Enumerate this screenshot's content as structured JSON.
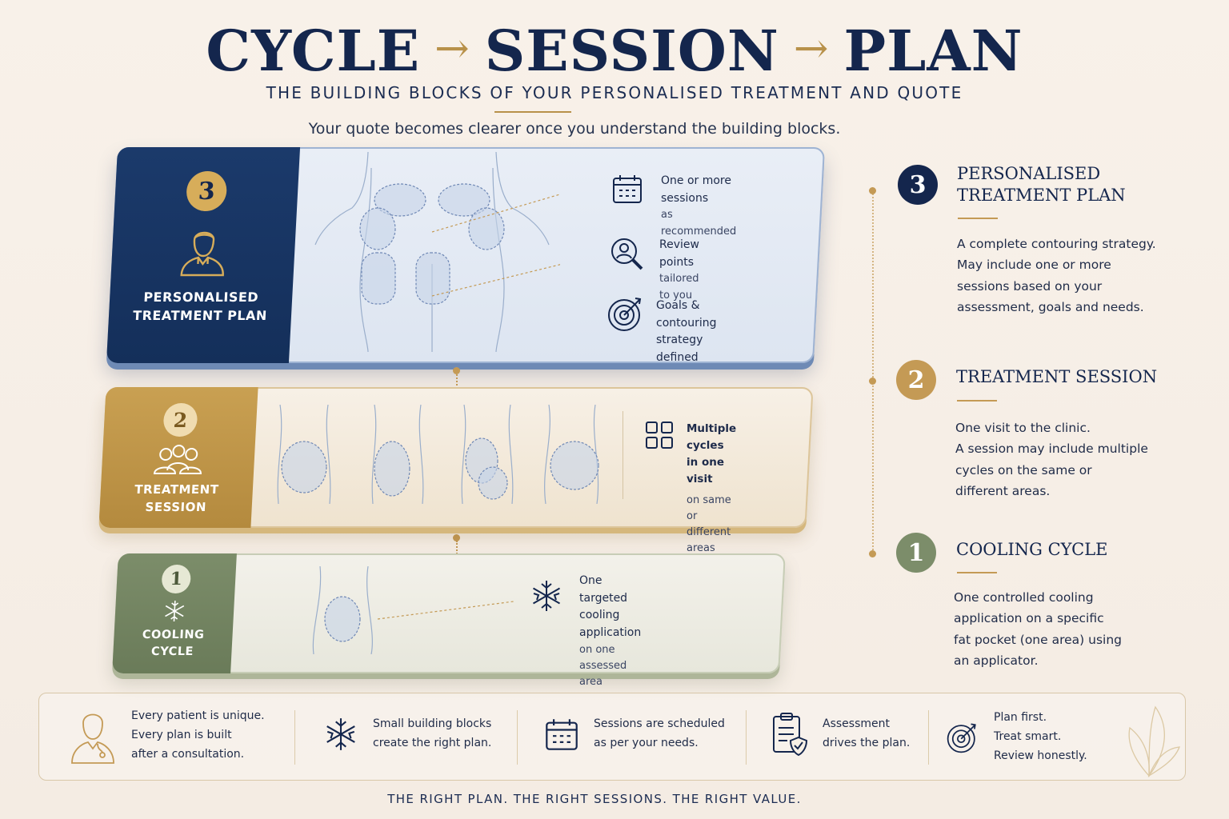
{
  "header": {
    "title_part1": "CYCLE",
    "title_part2": "SESSION",
    "title_part3": "PLAN",
    "arrow": "→",
    "subtitle": "THE BUILDING BLOCKS OF YOUR PERSONALISED TREATMENT AND QUOTE",
    "tagline": "Your quote becomes clearer once you understand the building blocks."
  },
  "colors": {
    "navy": "#14264d",
    "gold": "#c49a55",
    "plan_blue": "#1b3a6b",
    "session_gold": "#c9a052",
    "cycle_green": "#7c8d6a"
  },
  "layers": {
    "plan": {
      "number": "3",
      "label_line1": "PERSONALISED",
      "label_line2": "TREATMENT PLAN",
      "icon": "person-icon",
      "features": [
        {
          "icon": "calendar-icon",
          "line1": "One or more",
          "line2": "sessions",
          "note": "as recommended"
        },
        {
          "icon": "search-person-icon",
          "line1": "Review points",
          "note": "tailored to you"
        },
        {
          "icon": "target-icon",
          "line1": "Goals & contouring",
          "line2": "strategy defined"
        }
      ]
    },
    "session": {
      "number": "2",
      "label_line1": "TREATMENT",
      "label_line2": "SESSION",
      "icon": "group-icon",
      "feature": {
        "icon": "grid-icon",
        "line1": "Multiple cycles",
        "line2": "in one visit",
        "note1": "on same or",
        "note2": "different areas"
      }
    },
    "cycle": {
      "number": "1",
      "label_line1": "COOLING",
      "label_line2": "CYCLE",
      "icon": "snowflake-icon",
      "feature": {
        "icon": "snowflake-icon",
        "line1": "One targeted",
        "line2": "cooling",
        "line3": "application",
        "note": "on one assessed area"
      }
    }
  },
  "legend": [
    {
      "number": "3",
      "title_line1": "PERSONALISED",
      "title_line2": "TREATMENT PLAN",
      "body": [
        "A complete contouring strategy.",
        "May include one or more",
        "sessions based on your",
        "assessment, goals and needs."
      ]
    },
    {
      "number": "2",
      "title_line1": "TREATMENT SESSION",
      "title_line2": "",
      "body": [
        "One visit to the clinic.",
        "A session may include multiple",
        "cycles on the same or",
        "different areas."
      ]
    },
    {
      "number": "1",
      "title_line1": "COOLING CYCLE",
      "title_line2": "",
      "body": [
        "One controlled cooling",
        "application on a specific",
        "fat pocket (one area) using",
        "an applicator."
      ]
    }
  ],
  "footer": {
    "items": [
      {
        "icon": "doctor-icon",
        "lines": [
          "Every patient is unique.",
          "Every plan is built",
          "after a consultation."
        ]
      },
      {
        "icon": "snowflake-icon",
        "lines": [
          "Small building blocks",
          "create the right plan."
        ]
      },
      {
        "icon": "calendar-icon",
        "lines": [
          "Sessions are scheduled",
          "as per your needs."
        ]
      },
      {
        "icon": "clipboard-shield-icon",
        "lines": [
          "Assessment",
          "drives the plan."
        ]
      },
      {
        "icon": "target-icon",
        "lines": [
          "Plan first.",
          "Treat smart.",
          "Review honestly."
        ]
      }
    ],
    "closing": "THE RIGHT PLAN. THE RIGHT SESSIONS. THE RIGHT VALUE."
  }
}
